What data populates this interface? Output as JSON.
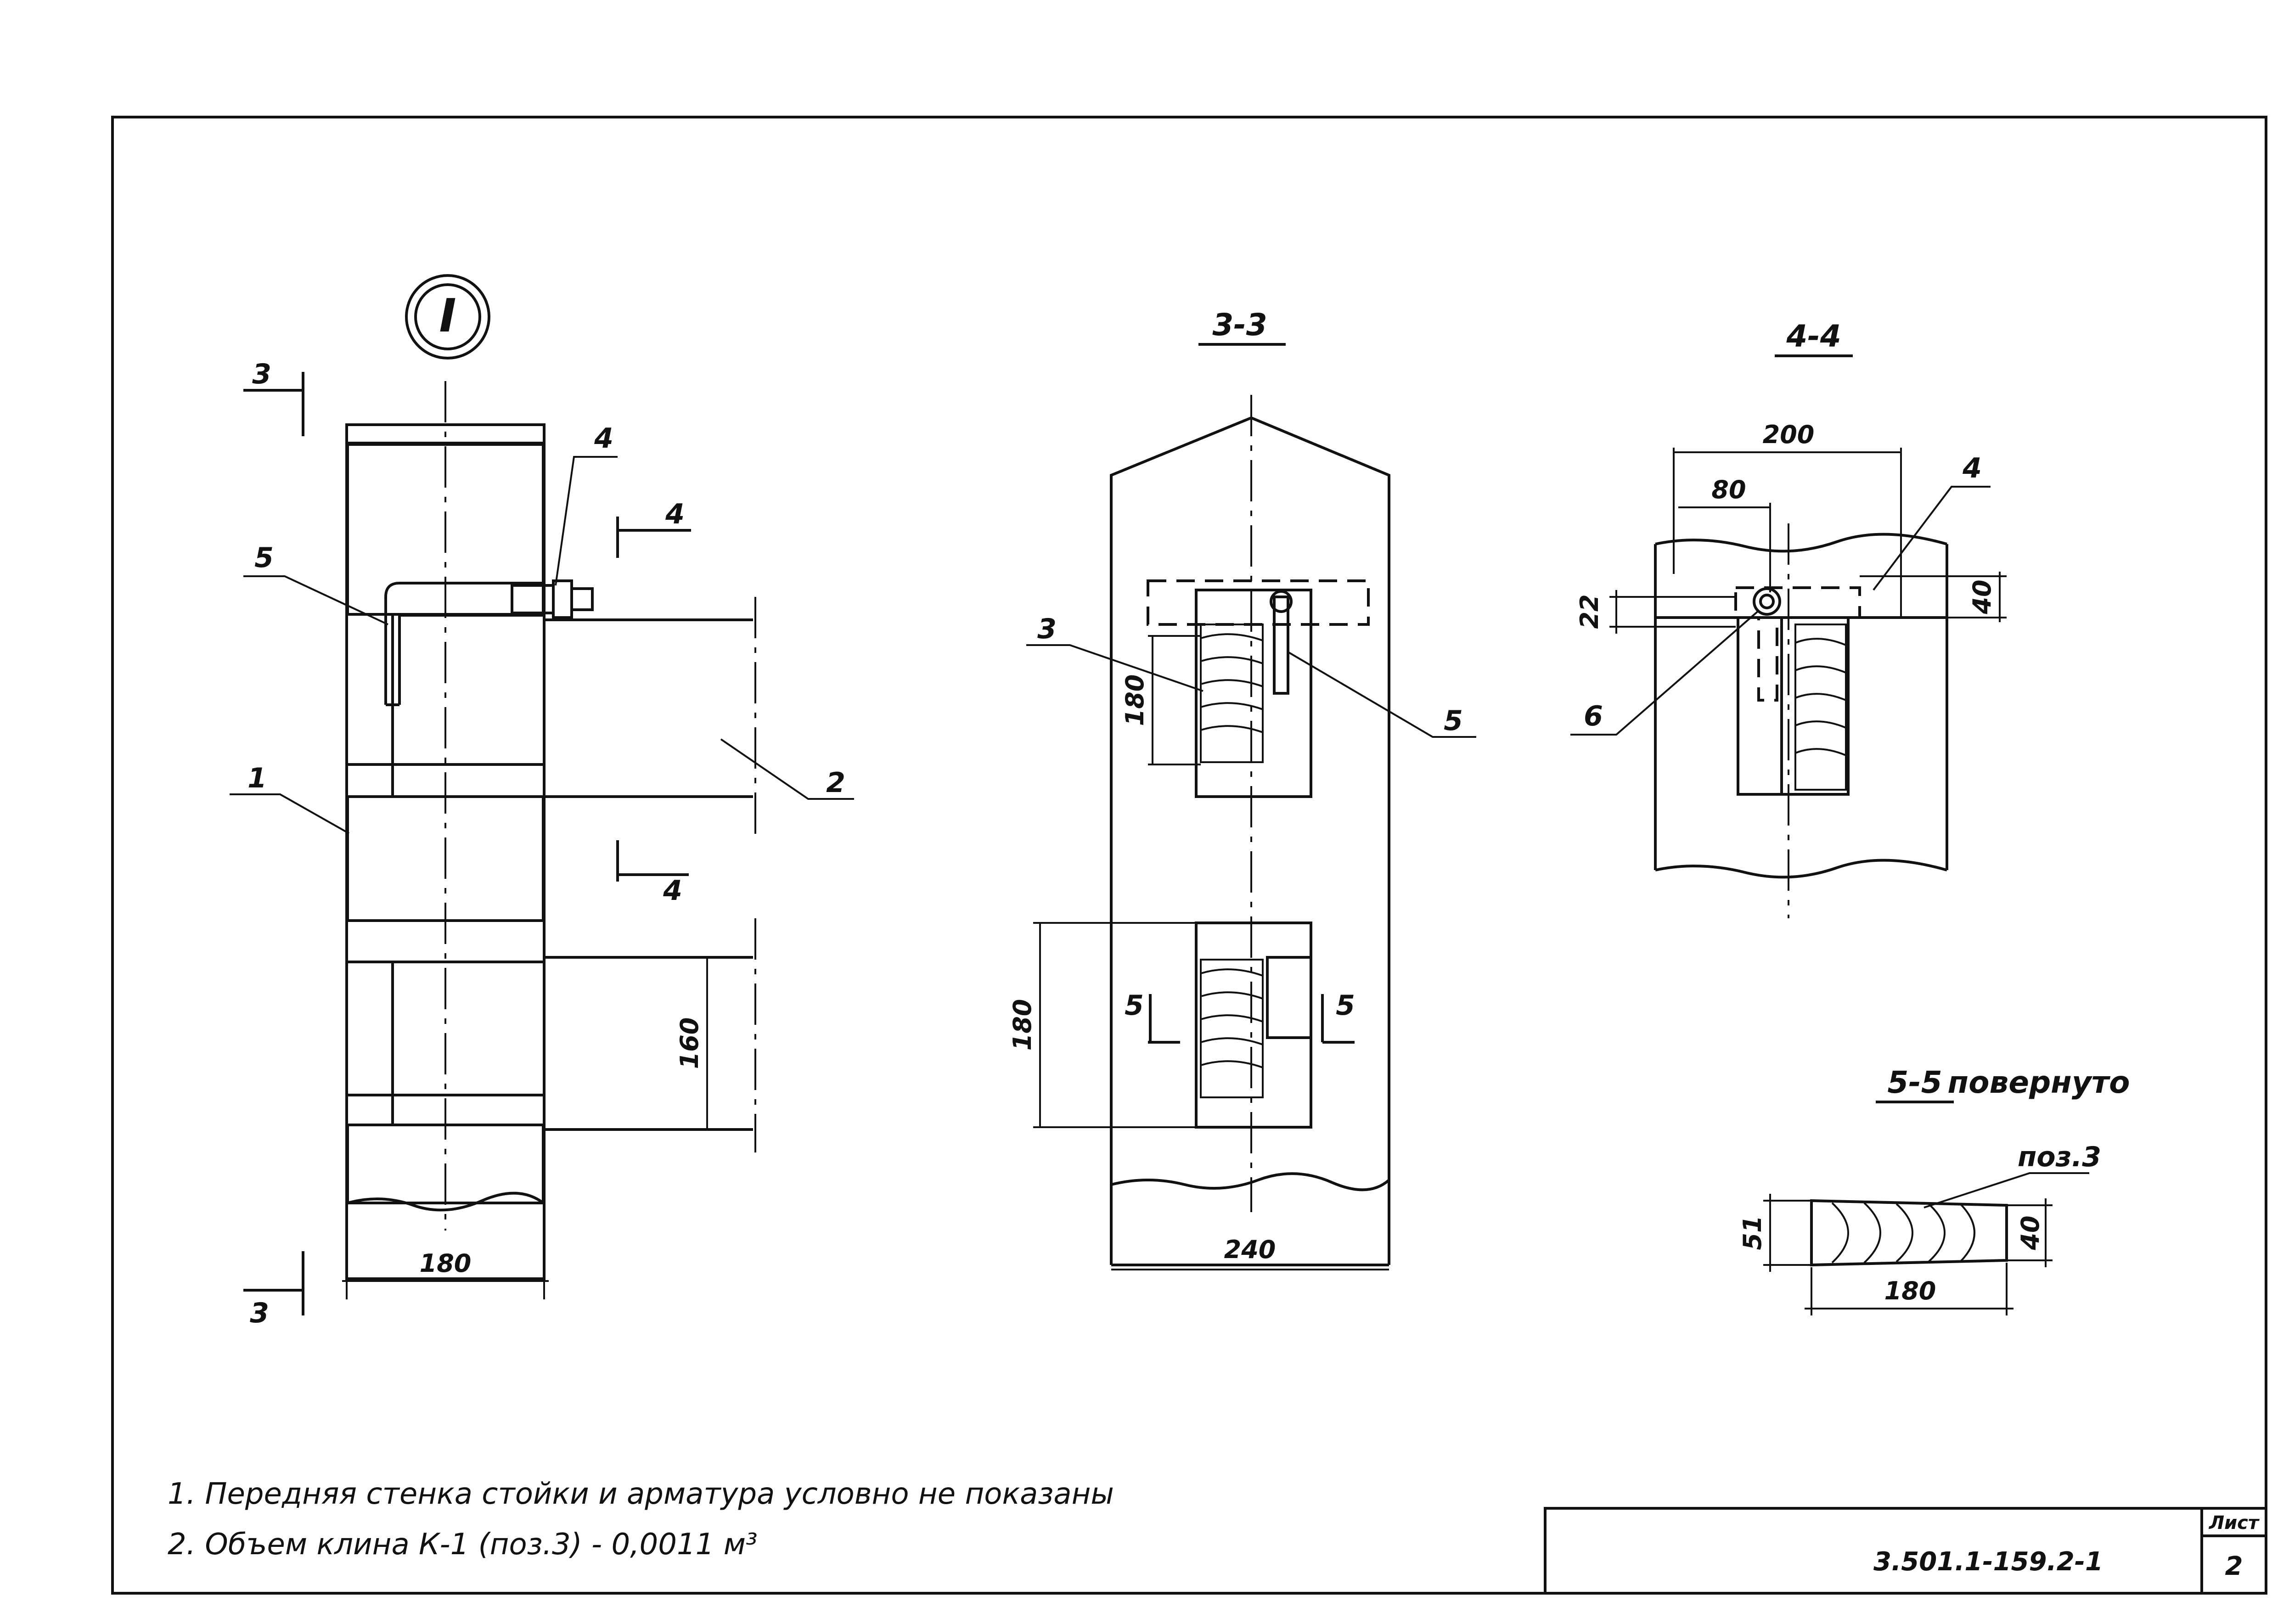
{
  "drawing": {
    "node_mark": "I",
    "section_mark_3": "3",
    "section_mark_4": "4",
    "section_mark_5": "5"
  },
  "view_main": {
    "positions": [
      "1",
      "2",
      "4",
      "5"
    ],
    "dims": {
      "width": "180",
      "height": "160"
    }
  },
  "view_33": {
    "title": "3-3",
    "positions": [
      "3",
      "5"
    ],
    "dims": {
      "wedge_height": "180",
      "gap_height": "180",
      "width": "240"
    }
  },
  "view_44": {
    "title": "4-4",
    "positions": [
      "4",
      "6"
    ],
    "dims": {
      "width": "200",
      "offset": "80",
      "left_small": "22",
      "right_small": "40"
    }
  },
  "view_55": {
    "title": "5-5",
    "subtitle": "повернуто",
    "callout": "поз.3",
    "dims": {
      "left": "51",
      "right": "40",
      "width": "180"
    }
  },
  "notes": [
    "1. Передняя стенка стойки и арматура условно не показаны",
    "2. Объем клина  К-1 (поз.3) - 0,0011 м³"
  ],
  "stamp": {
    "doc_code": "3.501.1-159.2-1",
    "sheet_label": "Лист",
    "sheet_number": "2"
  }
}
